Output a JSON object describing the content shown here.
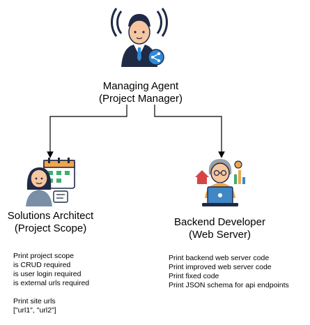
{
  "nodes": {
    "manager": {
      "title": "Managing Agent",
      "subtitle": "(Project Manager)",
      "icon": "manager-broadcast-share-icon"
    },
    "architect": {
      "title": "Solutions Architect",
      "subtitle": "(Project Scope)",
      "icon": "architect-calendar-icon",
      "notes": [
        "Print project scope",
        "is CRUD required",
        "is user login required",
        "is external urls required",
        "",
        "Print site urls",
        "[\"url1\", \"url2\"]"
      ]
    },
    "developer": {
      "title": "Backend Developer",
      "subtitle": "(Web Server)",
      "icon": "developer-laptop-icon",
      "notes": [
        "Print backend web server code",
        "Print improved web server code",
        "Print fixed code",
        "Print JSON schema for api endpoints"
      ]
    }
  },
  "colors": {
    "line": "#000000",
    "skin": "#f5c6a0",
    "navy": "#1f2a44",
    "share_blue": "#2e8ad8",
    "calendar_orange": "#f0a54b",
    "calendar_green": "#3fae6e",
    "laptop_blue": "#3f88c5",
    "gray_hair": "#9aa0a6"
  }
}
